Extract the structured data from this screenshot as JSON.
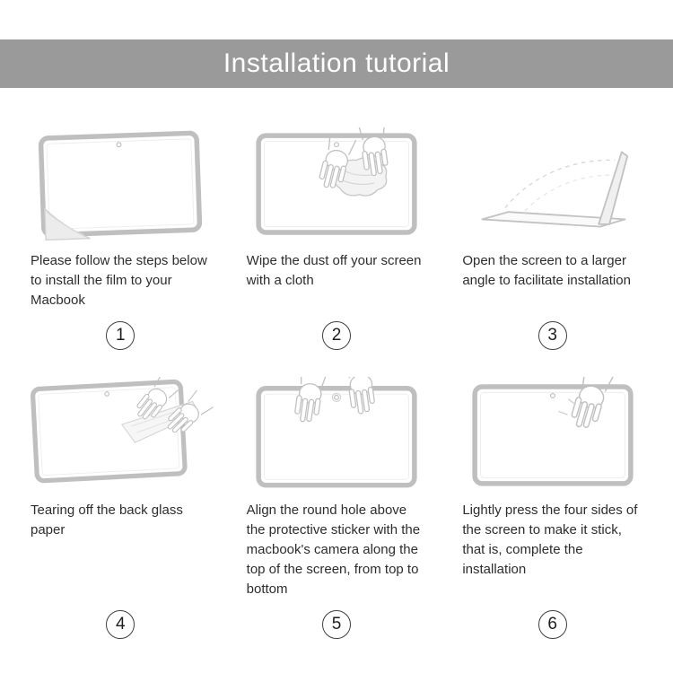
{
  "header": {
    "title": "Installation tutorial"
  },
  "steps": [
    {
      "number": "1",
      "caption": "Please follow the steps below to install the film to your Macbook",
      "illustration": "macbook-with-film-corner-peeling"
    },
    {
      "number": "2",
      "caption": "Wipe the dust off your screen with a cloth",
      "illustration": "hands-wiping-screen-with-cloth"
    },
    {
      "number": "3",
      "caption": "Open the screen to a larger angle to facilitate installation",
      "illustration": "laptop-opened-to-wide-angle"
    },
    {
      "number": "4",
      "caption": "Tearing off the back glass paper",
      "illustration": "hands-tearing-off-back-paper"
    },
    {
      "number": "5",
      "caption": "Align the round hole above the protective sticker with the macbook's camera along the top of the screen, from top to bottom",
      "illustration": "hands-aligning-film-with-camera"
    },
    {
      "number": "6",
      "caption": "Lightly press the four sides of the screen to make it stick, that is, complete the installation",
      "illustration": "hand-pressing-screen-edges"
    }
  ],
  "colors": {
    "banner_background": "#9a9a9a",
    "banner_text": "#ffffff",
    "line_art": "#c0c0c0",
    "caption_text": "#2d2d2d",
    "number_circle_border": "#3f3f3f"
  }
}
